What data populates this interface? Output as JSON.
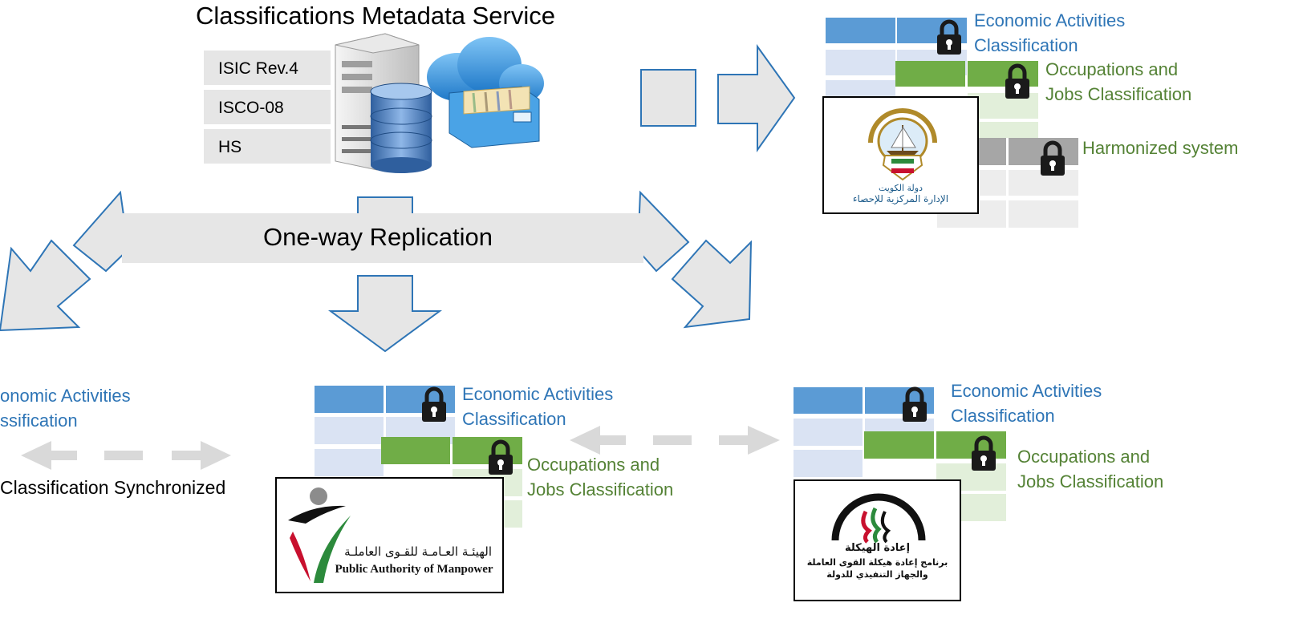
{
  "service": {
    "title": "Classifications Metadata Service",
    "list": [
      "ISIC Rev.4",
      "ISCO-08",
      "HS"
    ]
  },
  "replication_label": "One-way Replication",
  "sync_label": "Classification Synchronized",
  "nodes": {
    "top_right": {
      "economic": [
        "Economic Activities",
        "Classification"
      ],
      "occupations": [
        "Occupations and",
        "Jobs Classification"
      ],
      "harmonized": "Harmonized system",
      "logo_text": [
        "دولة الكويت",
        "الإدارة المركزية للإحصاء"
      ]
    },
    "left_partial": {
      "economic": [
        "onomic Activities",
        "ssification"
      ]
    },
    "center": {
      "economic": [
        "Economic Activities",
        "Classification"
      ],
      "occupations": [
        "Occupations and",
        "Jobs Classification"
      ],
      "logo_text": [
        "الهيئـة العـامـة للقـوى العاملـة",
        "Public Authority of Manpower"
      ]
    },
    "right": {
      "economic": [
        "Economic Activities",
        "Classification"
      ],
      "occupations": [
        "Occupations and",
        "Jobs Classification"
      ],
      "logo_text": [
        "إعادة الهيكلة",
        "برنامج إعادة هيكلة القوى العاملة",
        "والجهاز التنفيذي للدولة"
      ]
    }
  },
  "colors": {
    "blue": "#5b9bd5",
    "light_blue": "#dae3f3",
    "green": "#70ad47",
    "light_green": "#e2efda",
    "gray": "#a6a6a6",
    "light_gray": "#ededed",
    "arrow_fill": "#e6e6e6",
    "arrow_stroke": "#2e75b6"
  }
}
